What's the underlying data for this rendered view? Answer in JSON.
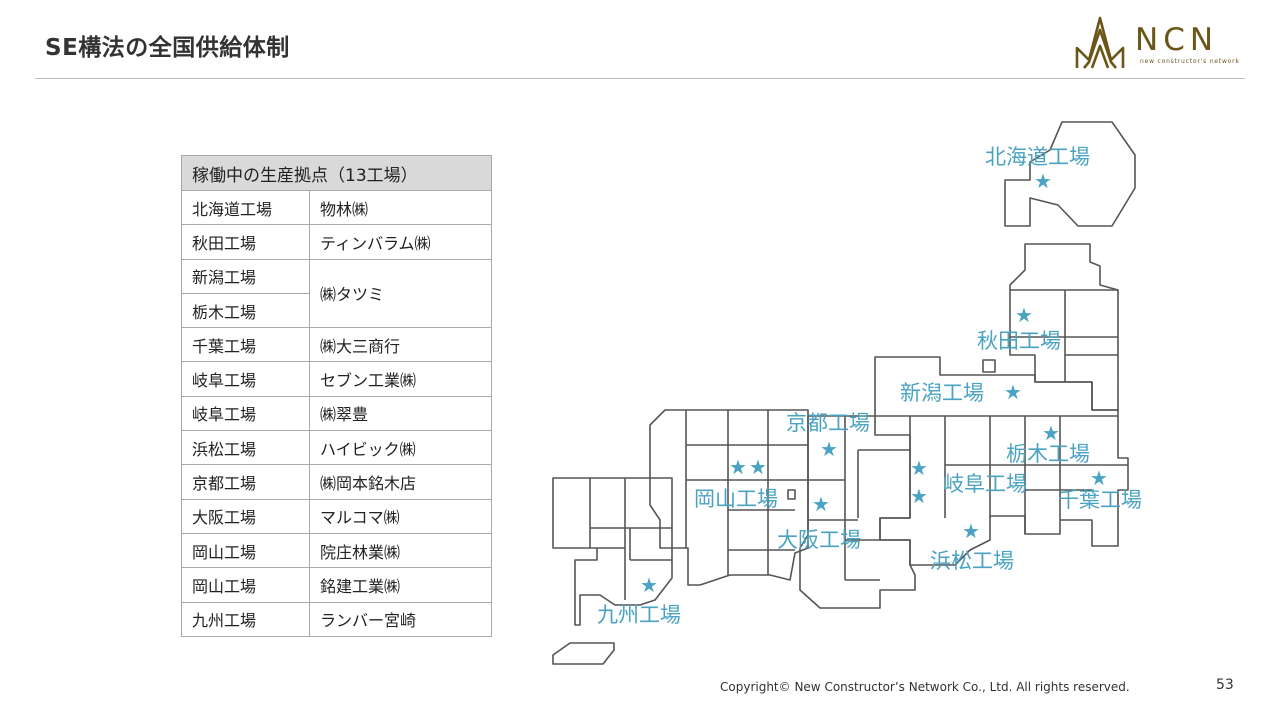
{
  "header": {
    "title": "SE構法の全国供給体制"
  },
  "logo": {
    "text": "NCN",
    "tagline": "new constructor's network",
    "color": "#6b5618"
  },
  "table": {
    "header": "稼働中の生産拠点（13工場）",
    "rows": [
      {
        "factory": "北海道工場",
        "company": "物林㈱"
      },
      {
        "factory": "秋田工場",
        "company": "ティンバラム㈱"
      },
      {
        "factory": "新潟工場",
        "company": "㈱タツミ"
      },
      {
        "factory": "栃木工場",
        "company": ""
      },
      {
        "factory": "千葉工場",
        "company": "㈱大三商行"
      },
      {
        "factory": "岐阜工場",
        "company": "セブン工業㈱"
      },
      {
        "factory": "岐阜工場",
        "company": "㈱翠豊"
      },
      {
        "factory": "浜松工場",
        "company": "ハイビック㈱"
      },
      {
        "factory": "京都工場",
        "company": "㈱岡本銘木店"
      },
      {
        "factory": "大阪工場",
        "company": "マルコマ㈱"
      },
      {
        "factory": "岡山工場",
        "company": "院庄林業㈱"
      },
      {
        "factory": "岡山工場",
        "company": "銘建工業㈱"
      },
      {
        "factory": "九州工場",
        "company": "ランバー宮崎"
      }
    ]
  },
  "map": {
    "accent_color": "#4aa3c2",
    "labels": {
      "hokkaido": "北海道工場",
      "akita": "秋田工場",
      "niigata": "新潟工場",
      "kyoto": "京都工場",
      "tochigi": "栃木工場",
      "okayama": "岡山工場",
      "gifu": "岐阜工場",
      "chiba": "千葉工場",
      "osaka": "大阪工場",
      "hamamatsu": "浜松工場",
      "kyushu": "九州工場"
    },
    "star_glyph": "★"
  },
  "footer": {
    "copyright": "Copyright© New Constructor’s Network Co., Ltd. All rights reserved.",
    "page": "53"
  }
}
